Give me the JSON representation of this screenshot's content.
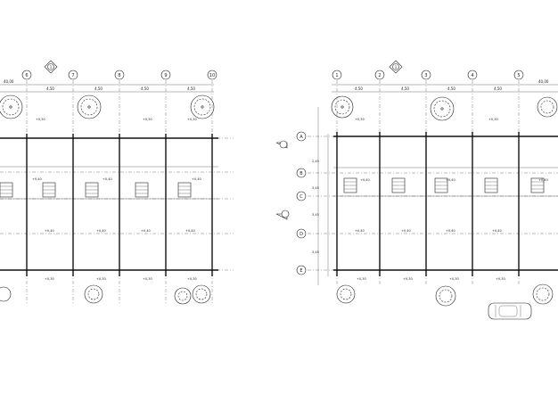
{
  "left_block": {
    "column_labels": [
      "6",
      "7",
      "8",
      "9",
      "10"
    ],
    "dimension_labels": [
      "4,50",
      "4,50",
      "4,50",
      "4,50"
    ],
    "section_marker": "1"
  },
  "right_block": {
    "column_labels": [
      "1",
      "2",
      "3",
      "4",
      "5"
    ],
    "dimension_labels": [
      "4,50",
      "4,50",
      "4,50",
      "4,50"
    ],
    "row_labels": [
      "A",
      "B",
      "C",
      "D",
      "E"
    ],
    "row_dimensions": [
      "2,40",
      "3,45",
      "3,45",
      "3,45"
    ],
    "section_marker": "1"
  },
  "overall_dimension": "40,00",
  "room_level_labels": {
    "upper": "+0,30",
    "middle": "+0,40",
    "stair": "+0,40",
    "lower": "+0,30"
  },
  "colors": {
    "line": "#222222",
    "background": "#ffffff"
  }
}
